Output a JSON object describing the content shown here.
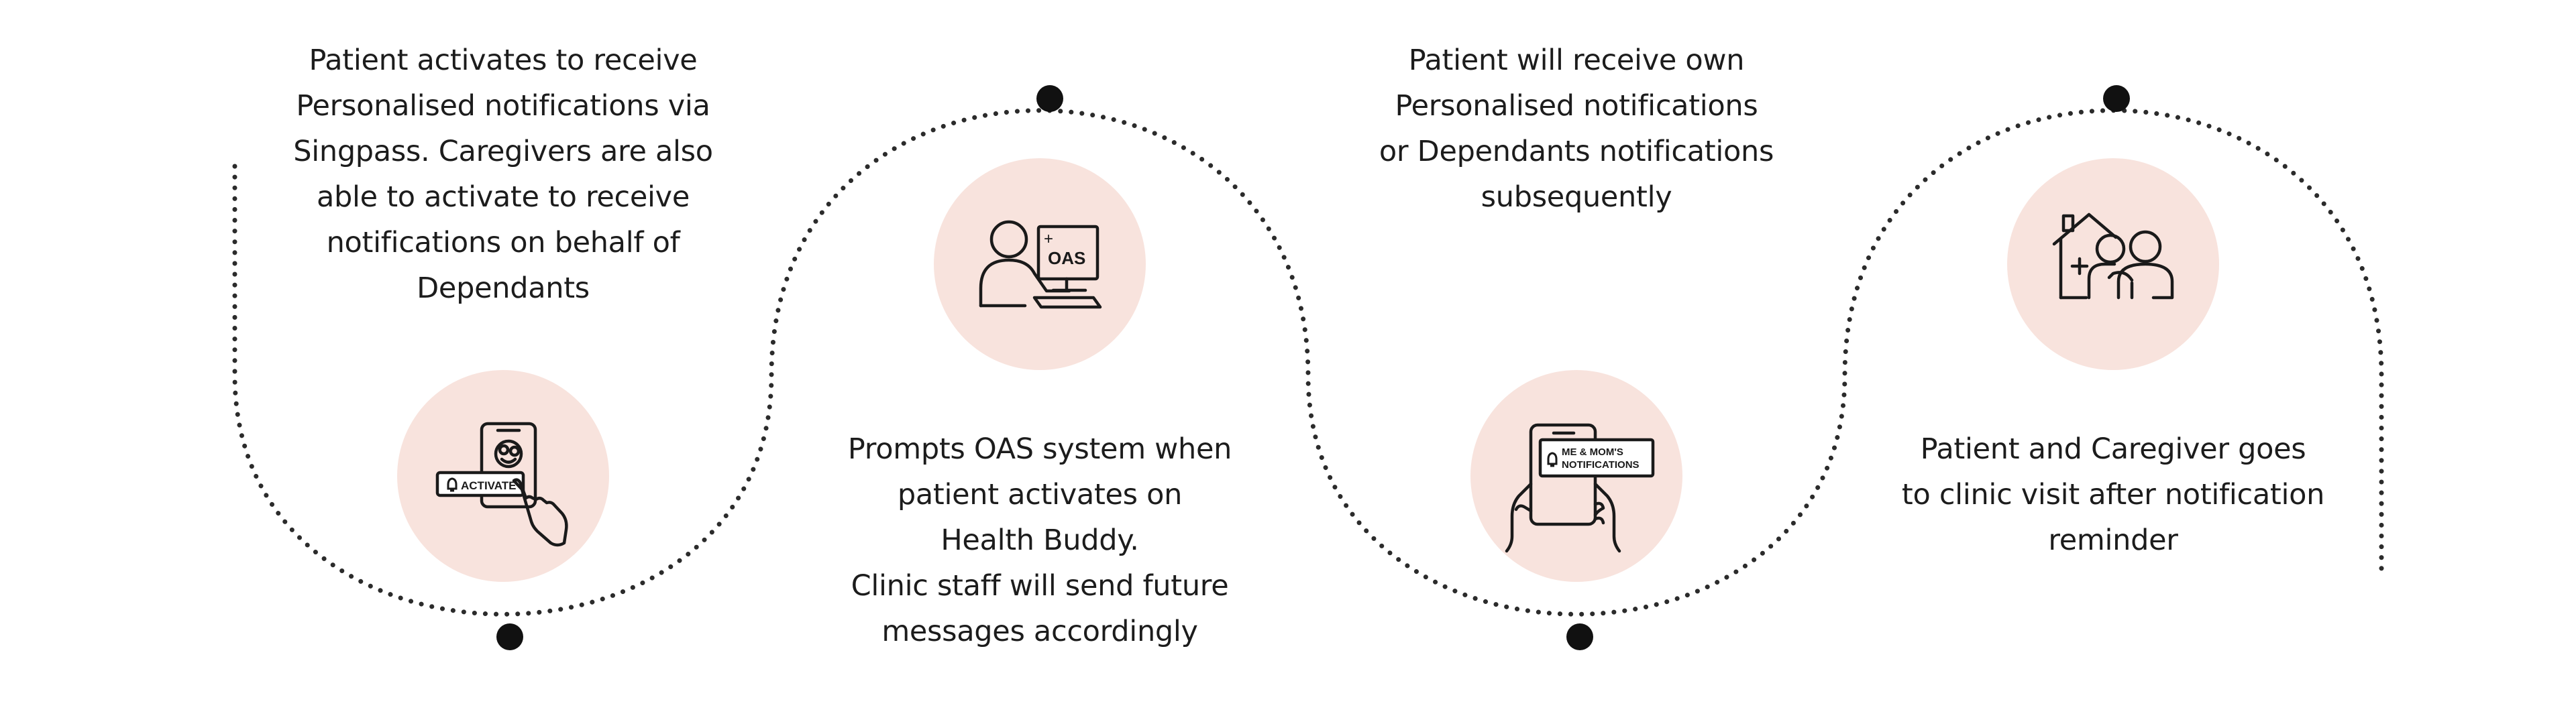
{
  "colors": {
    "path_dots": "#2b2b2b",
    "node_dot": "#111111",
    "icon_circle": "#f8e3dd",
    "icon_stroke": "#1a1a1a",
    "text": "#1c1c1c"
  },
  "steps": [
    {
      "icon": "phone-activate-icon",
      "icon_labels": [
        "ACTIVATE"
      ],
      "lines": [
        "Patient activates to receive",
        "Personalised notifications via",
        "Singpass. Caregivers are also",
        "able to activate to receive",
        "notifications on behalf of",
        "Dependants"
      ]
    },
    {
      "icon": "person-computer-icon",
      "icon_labels": [
        "OAS"
      ],
      "lines": [
        "Prompts OAS system when",
        "patient activates on",
        "Health Buddy.",
        "Clinic staff will send future",
        "messages accordingly"
      ]
    },
    {
      "icon": "phone-notifications-icon",
      "icon_labels": [
        "ME & MOM'S",
        "NOTIFICATIONS"
      ],
      "lines": [
        "Patient will receive own",
        "Personalised notifications",
        "or Dependants notifications",
        "subsequently"
      ]
    },
    {
      "icon": "family-clinic-icon",
      "icon_labels": [],
      "lines": [
        "Patient and Caregiver goes",
        "to clinic visit after notification",
        "reminder"
      ]
    }
  ]
}
